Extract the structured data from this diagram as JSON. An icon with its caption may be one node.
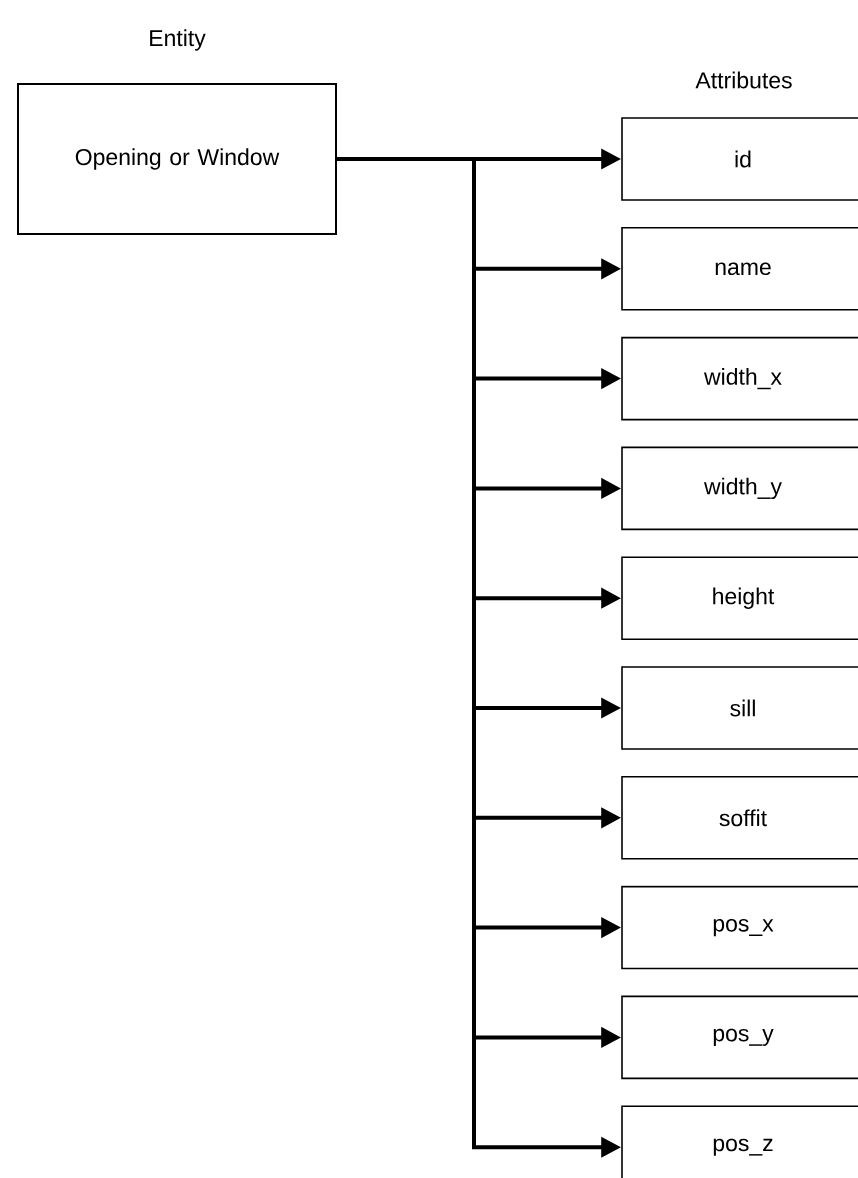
{
  "diagram": {
    "nodes": [
      {
        "text": [
          "Entity",
          "Opening or Window"
        ]
      },
      {
        "text": [
          "id"
        ]
      },
      {
        "text": [
          "name"
        ]
      },
      {
        "text": [
          "width_x"
        ]
      },
      {
        "text": [
          "width_y"
        ]
      },
      {
        "text": [
          "height"
        ]
      },
      {
        "text": [
          "sill"
        ]
      },
      {
        "text": [
          "soffit"
        ]
      },
      {
        "text": [
          "pos_x"
        ]
      },
      {
        "text": [
          "pos_y"
        ]
      },
      {
        "text": [
          "pos_z"
        ]
      }
    ],
    "edges": [
      {
        "from": 0,
        "to": 1,
        "arrow": "to"
      },
      {
        "from": 0,
        "to": 2,
        "arrow": "to"
      },
      {
        "from": 0,
        "to": 3,
        "arrow": "to"
      },
      {
        "from": 0,
        "to": 4,
        "arrow": "to"
      },
      {
        "from": 0,
        "to": 5,
        "arrow": "to"
      },
      {
        "from": 0,
        "to": 6,
        "arrow": "to"
      },
      {
        "from": 0,
        "to": 7,
        "arrow": "to"
      },
      {
        "from": 0,
        "to": 8,
        "arrow": "to"
      },
      {
        "from": 0,
        "to": 9,
        "arrow": "to"
      },
      {
        "from": 0,
        "to": 10,
        "arrow": "to"
      }
    ],
    "labels": [
      "Attributes"
    ]
  }
}
